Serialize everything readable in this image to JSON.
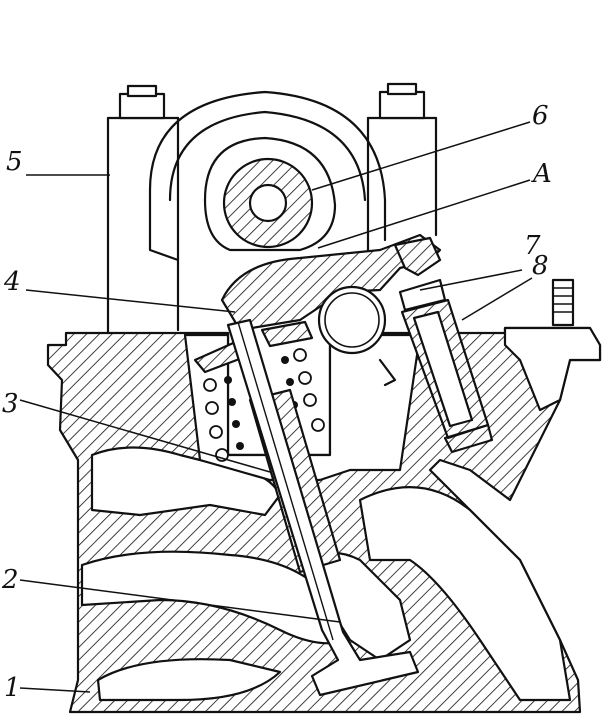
{
  "labels": {
    "l1": "1",
    "l2": "2",
    "l3": "3",
    "l4": "4",
    "l5": "5",
    "l6": "6",
    "lA": "A",
    "l7": "7",
    "l8": "8"
  },
  "colors": {
    "ink": "#111111",
    "paper": "#ffffff"
  }
}
